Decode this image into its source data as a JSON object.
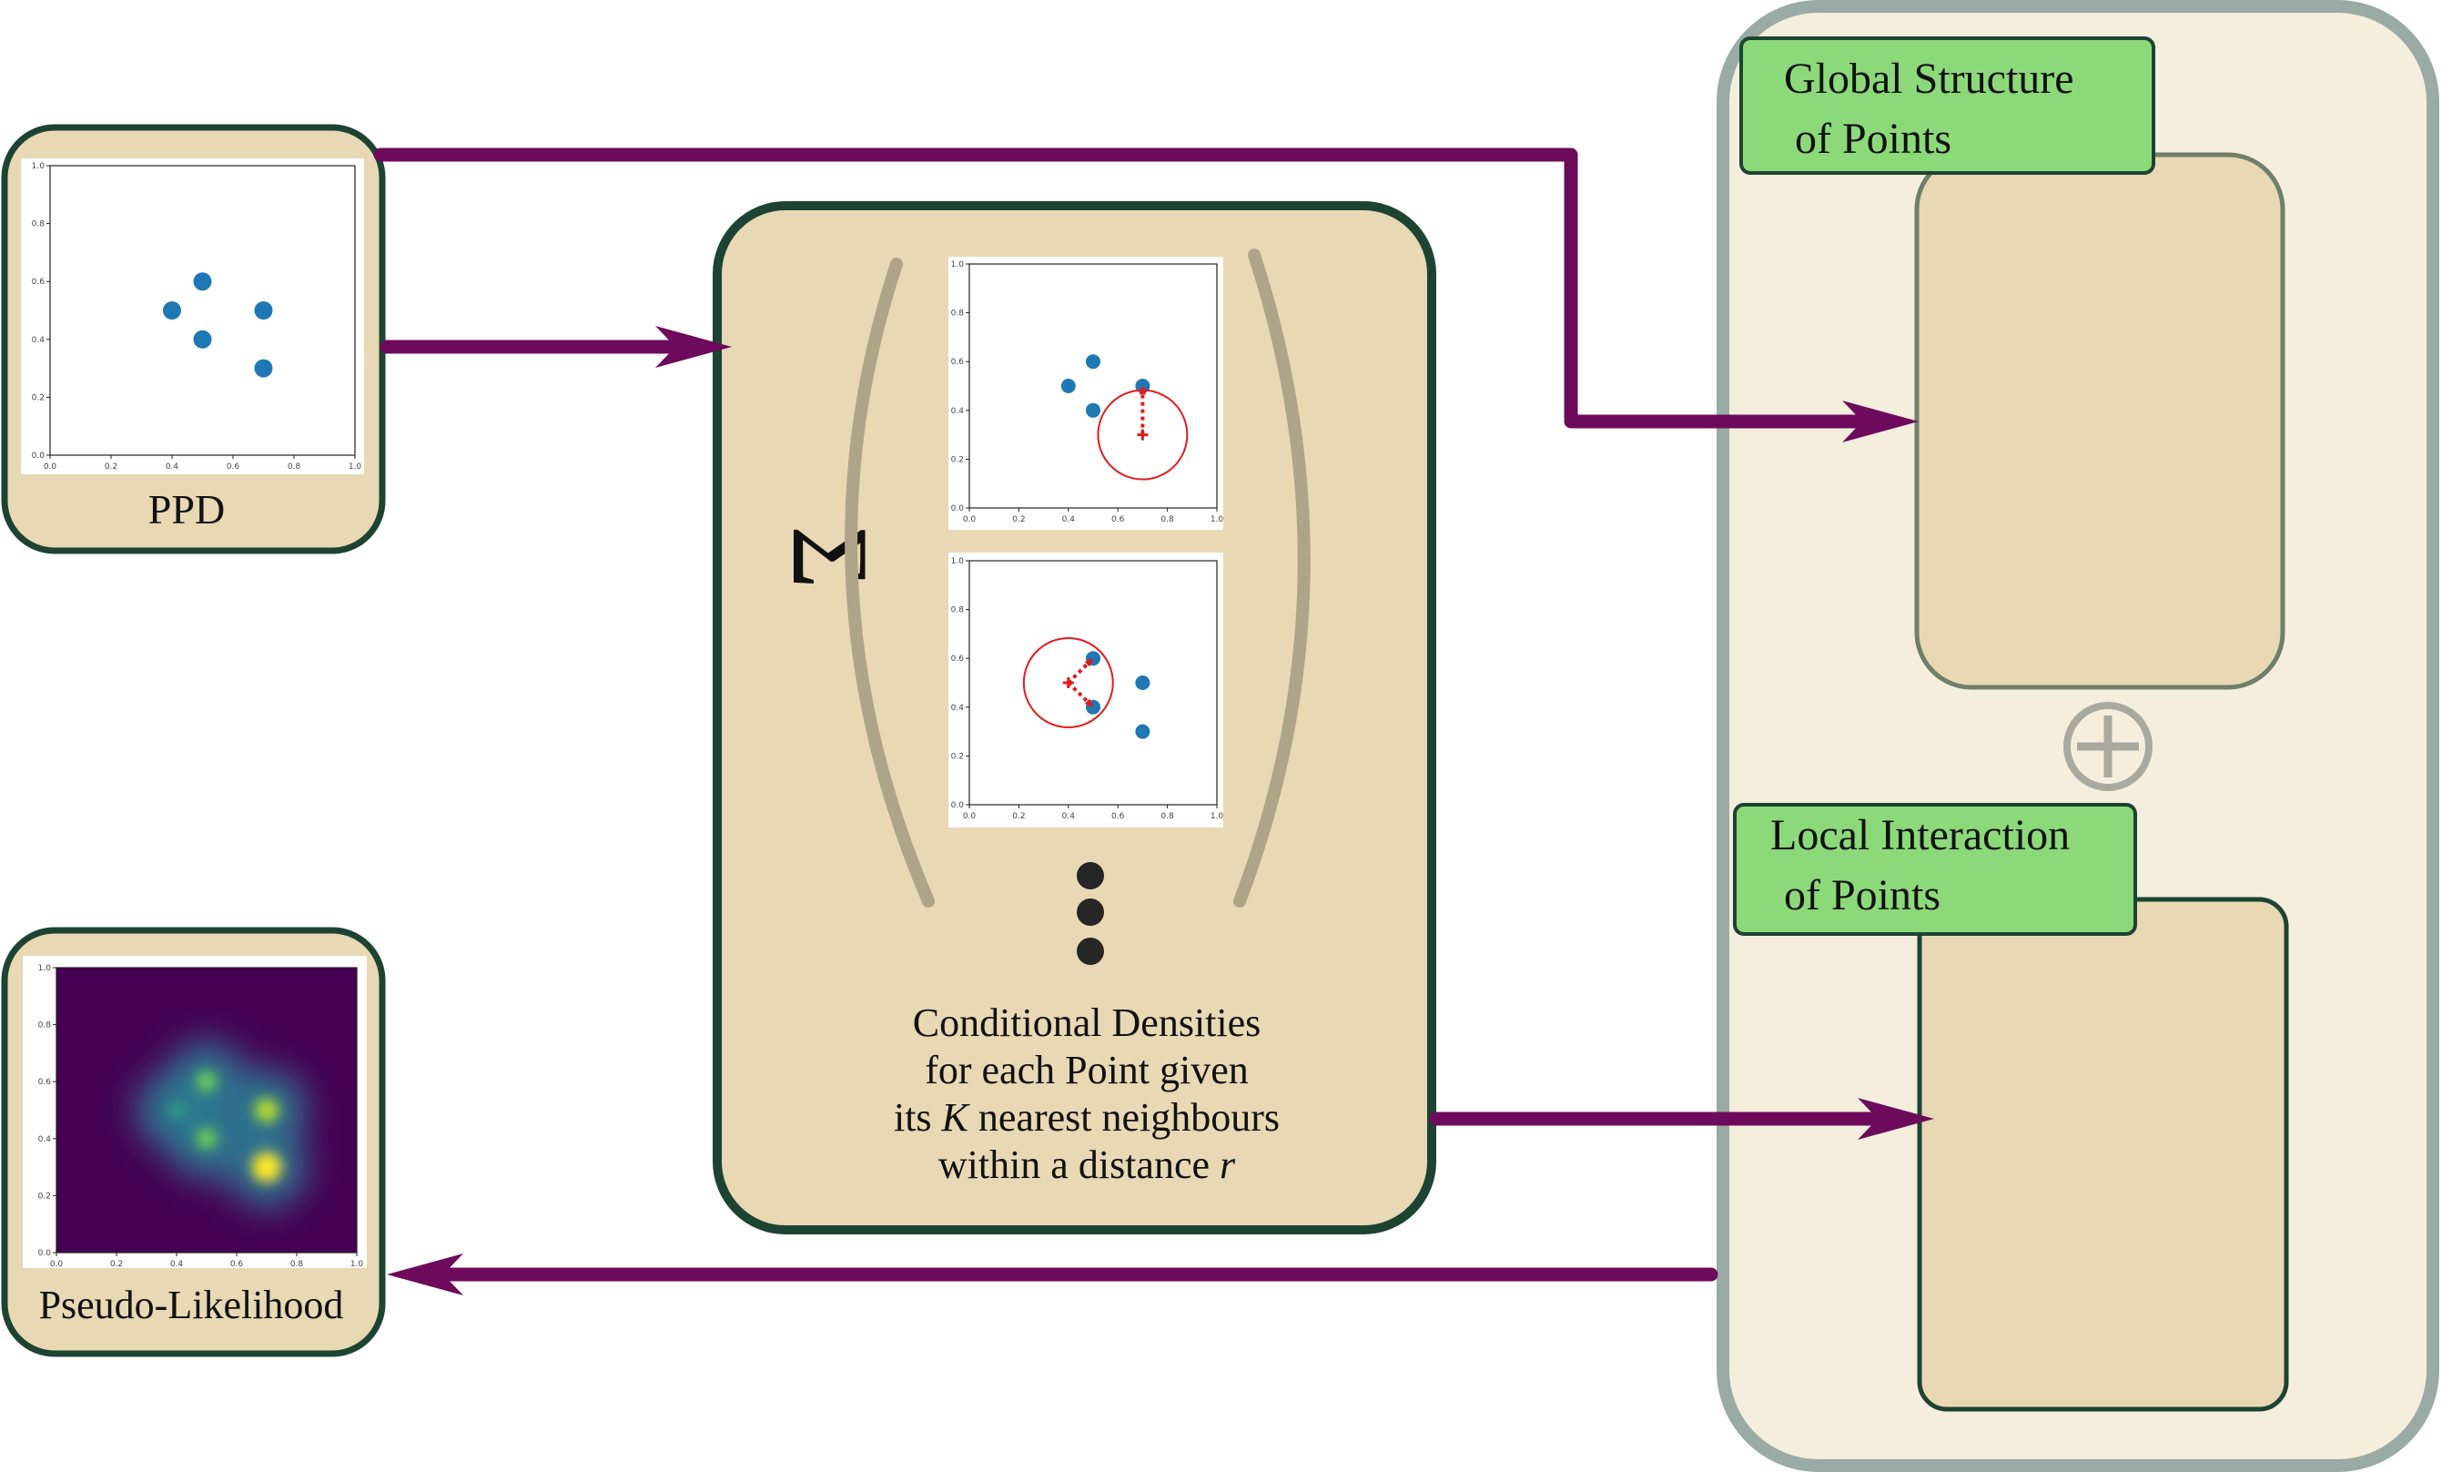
{
  "labels": {
    "ppd": "PPD",
    "pseudo_likelihood": "Pseudo-Likelihood",
    "global_structure_line1": "Global Structure",
    "global_structure_line2": "of Points",
    "local_interaction_line1": "Local Interaction",
    "local_interaction_line2": "of Points",
    "conditional_line1": "Conditional Densities",
    "conditional_line2": "for each Point given",
    "conditional_line3_pre": "its ",
    "conditional_line3_k": "K",
    "conditional_line3_post": " nearest neighbours",
    "conditional_line4_pre": "within a distance ",
    "conditional_line4_r": "r",
    "sum_symbol": "Σ",
    "oplus_symbol": "⊕"
  },
  "colors": {
    "arrow": "#6d0a5c",
    "panel_fill": "#e8d8b3",
    "panel_border": "#1d4433",
    "outer_fill": "#f5eedd",
    "outer_border": "#9aaba5",
    "inner_border": "#6f7f6a",
    "tag_fill": "#8cd97a",
    "point": "#1f77b4",
    "neighbour": "#e31a1c"
  },
  "ticks": [
    "0.0",
    "0.2",
    "0.4",
    "0.6",
    "0.8",
    "1.0"
  ],
  "chart_data": [
    {
      "type": "scatter",
      "x": [
        0.4,
        0.5,
        0.5,
        0.7,
        0.7
      ],
      "y": [
        0.5,
        0.6,
        0.4,
        0.5,
        0.3
      ],
      "xlim": [
        0,
        1
      ],
      "ylim": [
        0,
        1
      ]
    },
    {
      "type": "scatter",
      "x": [
        0.4,
        0.5,
        0.5,
        0.7
      ],
      "y": [
        0.5,
        0.6,
        0.4,
        0.5
      ],
      "query_point": [
        0.7,
        0.3
      ],
      "neighbours": [
        [
          0.7,
          0.5
        ]
      ],
      "xlim": [
        0,
        1
      ],
      "ylim": [
        0,
        1
      ]
    },
    {
      "type": "scatter",
      "x": [
        0.5,
        0.5,
        0.7,
        0.7
      ],
      "y": [
        0.6,
        0.4,
        0.5,
        0.3
      ],
      "query_point": [
        0.4,
        0.5
      ],
      "neighbours": [
        [
          0.5,
          0.6
        ],
        [
          0.5,
          0.4
        ]
      ],
      "xlim": [
        0,
        1
      ],
      "ylim": [
        0,
        1
      ]
    },
    {
      "type": "heatmap",
      "peaks_x": [
        0.4,
        0.5,
        0.5,
        0.7,
        0.7
      ],
      "peaks_y": [
        0.5,
        0.6,
        0.4,
        0.5,
        0.3
      ],
      "xlim": [
        0,
        1
      ],
      "ylim": [
        0,
        1
      ]
    }
  ]
}
